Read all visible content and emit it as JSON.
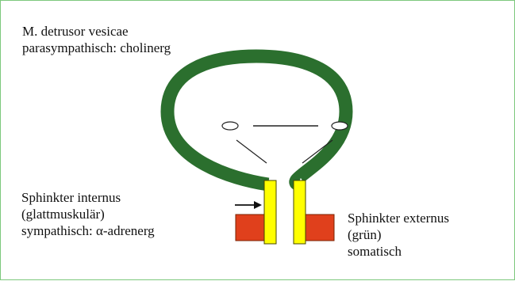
{
  "labels": {
    "detrusor": [
      "M. detrusor vesicae",
      "parasympathisch: cholinerg"
    ],
    "internus": [
      "Sphinkter internus",
      "(glattmuskulär)",
      "sympathisch: α-adrenerg"
    ],
    "externus": [
      "Sphinkter externus",
      "(grün)",
      "somatisch"
    ]
  },
  "colors": {
    "bladder_wall": "#2b6f2e",
    "bladder_wall_outline": "#1f4d20",
    "sphincter_internus": "#ffff00",
    "sphincter_internus_outline": "#444400",
    "sphincter_externus": "#e0401c",
    "sphincter_externus_outline": "#7a2200",
    "frame_border": "#7dc87d"
  }
}
